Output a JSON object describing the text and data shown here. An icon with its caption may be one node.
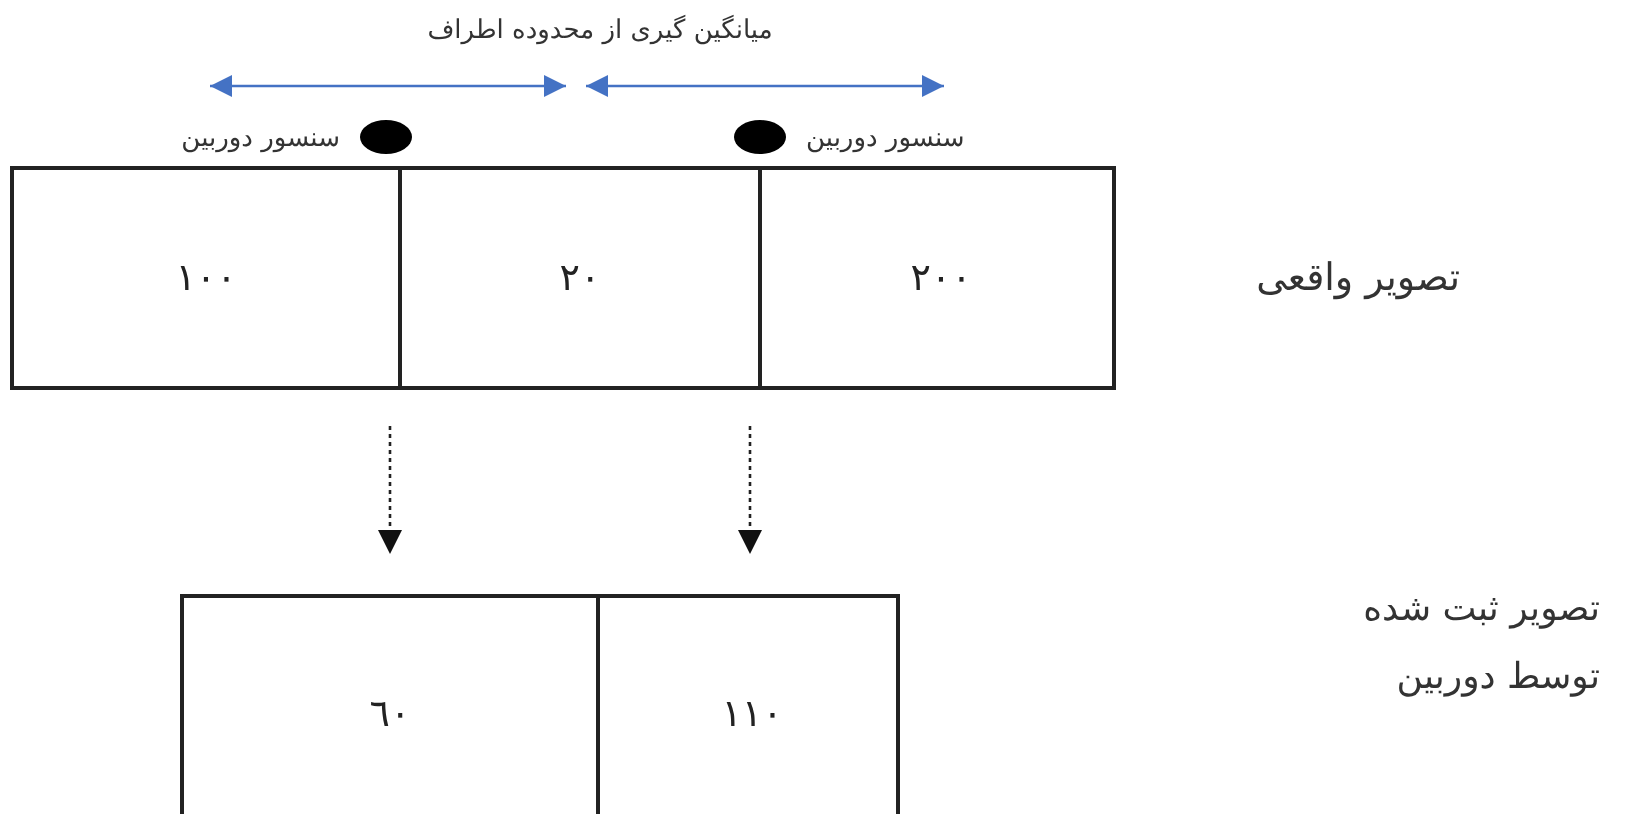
{
  "diagram": {
    "nodes": [
      {
        "text": [],
        "shape": "circle"
      },
      {
        "text": [],
        "shape": "circle"
      },
      {
        "text": [],
        "shape": "box"
      },
      {
        "text": [
          "١٠٠"
        ],
        "in": 2
      },
      {
        "text": [
          "٢٠"
        ],
        "in": 2
      },
      {
        "text": [
          "٢٠٠"
        ],
        "in": 2
      },
      {
        "text": [],
        "shape": "box"
      },
      {
        "text": [
          "٦٠"
        ],
        "in": 6
      },
      {
        "text": [
          "١١٠"
        ],
        "in": 6
      }
    ],
    "edges": [
      {
        "from": 2,
        "to": 7,
        "arrow": "to",
        "style": "dashed"
      },
      {
        "from": 2,
        "to": 8,
        "arrow": "to",
        "style": "dashed"
      }
    ],
    "labels": [
      "میانگین گیری از محدوده اطراف",
      "سنسور دوربین",
      "سنسور دوربین",
      "تصویر واقعی",
      "تصویر ثبت شده توسط دوربین"
    ]
  }
}
